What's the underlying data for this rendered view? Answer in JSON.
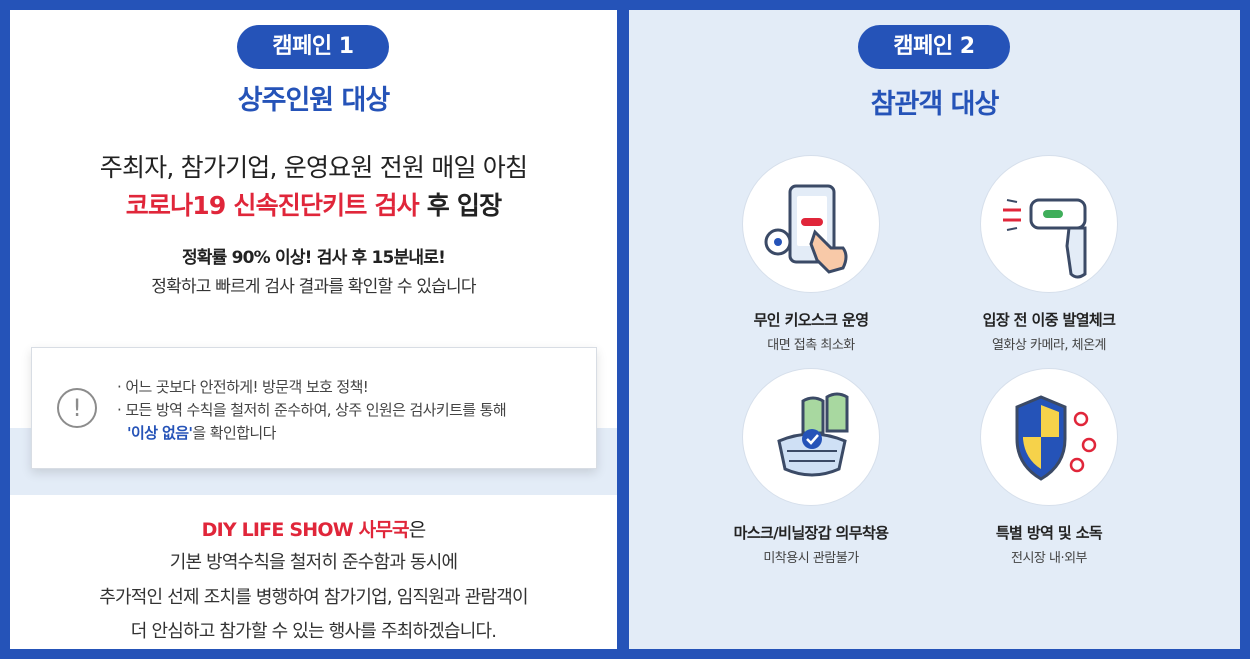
{
  "campaign1": {
    "badge": "캠페인 1",
    "subtitle": "상주인원 대상",
    "line1": "주최자, 참가기업, 운영요원 전원 매일 아침",
    "line2_highlight": "코로나19 신속진단키트 검사",
    "line2_rest": " 후 입장",
    "accuracy": "정확률 90% 이상! 검사 후 15분내로!",
    "accuracy_desc": "정확하고 빠르게 검사 결과를 확인할 수 있습니다",
    "notice": {
      "icon": "exclamation-icon",
      "bullet1": "· 어느 곳보다 안전하게! 방문객 보호 정책!",
      "bullet2": "· 모든 방역 수칙을 철저히 준수하여, 상주 인원은 검사키트를 통해",
      "bullet3_highlight": "'이상 없음'",
      "bullet3_rest": "을 확인합니다"
    },
    "footer": {
      "org": "DIY LIFE SHOW  사무국",
      "org_suffix": "은",
      "line1": "기본 방역수칙을 철저히 준수함과 동시에",
      "line2": "추가적인 선제 조치를 병행하여 참가기업, 임직원과 관람객이",
      "line3": "더 안심하고 참가할 수 있는 행사를 주최하겠습니다."
    }
  },
  "campaign2": {
    "badge": "캠페인 2",
    "subtitle": "참관객 대상",
    "features": [
      {
        "icon": "kiosk-touch-icon",
        "title": "무인 키오스크 운영",
        "sub": "대면 접촉 최소화"
      },
      {
        "icon": "thermometer-gun-icon",
        "title": "입장 전 이중 발열체크",
        "sub": "열화상 카메라, 체온계"
      },
      {
        "icon": "mask-gloves-icon",
        "title": "마스크/비닐장갑 의무착용",
        "sub": "미착용시 관람불가"
      },
      {
        "icon": "shield-virus-icon",
        "title": "특별 방역 및 소독",
        "sub": "전시장 내·외부"
      }
    ]
  },
  "colors": {
    "brand_blue": "#2553b8",
    "highlight_red": "#e0263a",
    "panel_light": "#e3ecf7"
  }
}
